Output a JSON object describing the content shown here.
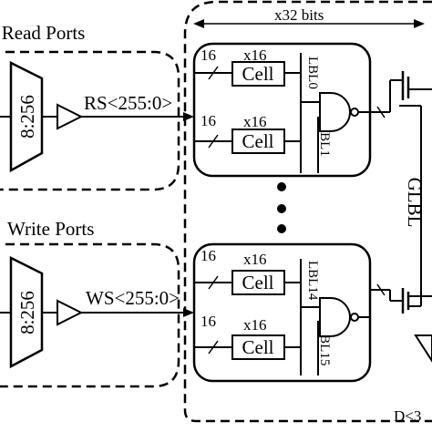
{
  "width_label": "x32 bits",
  "read_group": {
    "title": "4 Read Ports",
    "decoder": "8:256",
    "signal": "RS<255:0>"
  },
  "write_group": {
    "title": "Write Ports",
    "decoder": "8:256",
    "signal": "WS<255:0>"
  },
  "upper_block": {
    "top_bus": "16",
    "top_mult": "x16",
    "top_cell": "Cell",
    "bottom_bus": "16",
    "bottom_mult": "x16",
    "bottom_cell": "Cell",
    "lbl_a": "LBL0",
    "lbl_b": "LBL1"
  },
  "lower_block": {
    "top_bus": "16",
    "top_mult": "x16",
    "top_cell": "Cell",
    "bottom_bus": "16",
    "bottom_mult": "x16",
    "bottom_cell": "Cell",
    "lbl_a": "LBL14",
    "lbl_b": "LBL15"
  },
  "glbl_label": "GLBL",
  "data_label": "D<3"
}
